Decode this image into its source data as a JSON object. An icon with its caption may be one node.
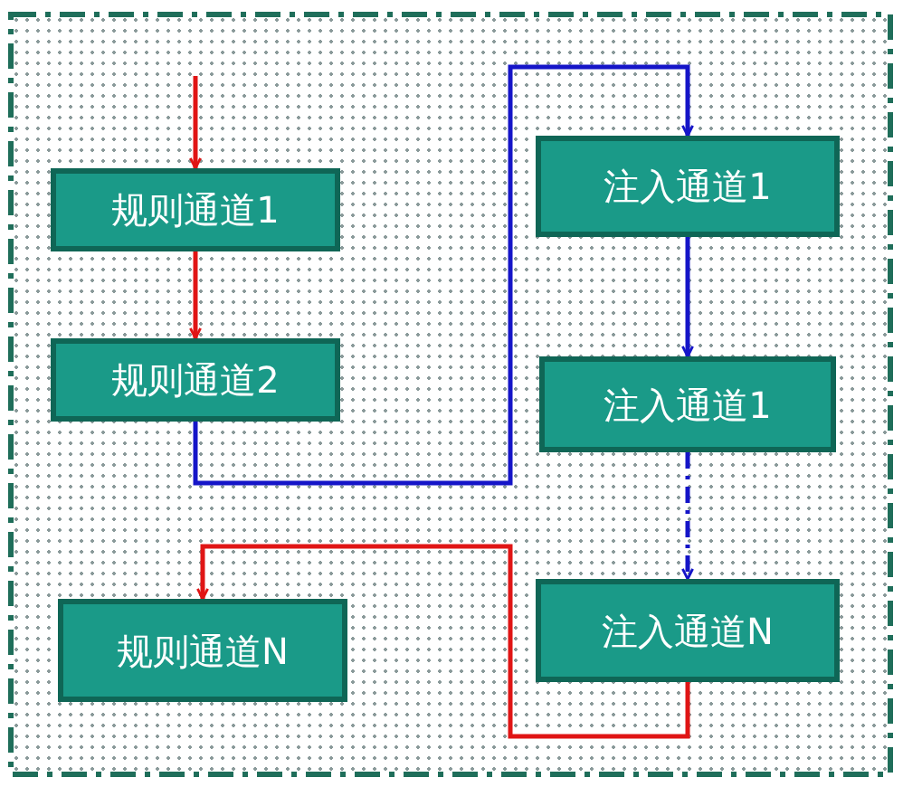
{
  "diagram": {
    "nodes": [
      {
        "text": [
          "规则通道1"
        ]
      },
      {
        "text": [
          "规则通道2"
        ]
      },
      {
        "text": [
          "注入通道1"
        ]
      },
      {
        "text": [
          "注入通道1"
        ]
      },
      {
        "text": [
          "注入通道N"
        ]
      },
      {
        "text": [
          "规则通道N"
        ]
      }
    ],
    "edges": [
      {
        "from": null,
        "to": 0,
        "arrow": "to",
        "color": "#e01515"
      },
      {
        "from": 0,
        "to": 1,
        "arrow": "to",
        "color": "#e01515"
      },
      {
        "from": 1,
        "to": 2,
        "arrow": "to",
        "color": "#1515c8"
      },
      {
        "from": 2,
        "to": 3,
        "arrow": "to",
        "color": "#1515c8"
      },
      {
        "from": 3,
        "to": 4,
        "arrow": "to",
        "style": "dashed",
        "color": "#1515c8"
      },
      {
        "from": 4,
        "to": 5,
        "arrow": "to",
        "color": "#e01515"
      }
    ]
  }
}
